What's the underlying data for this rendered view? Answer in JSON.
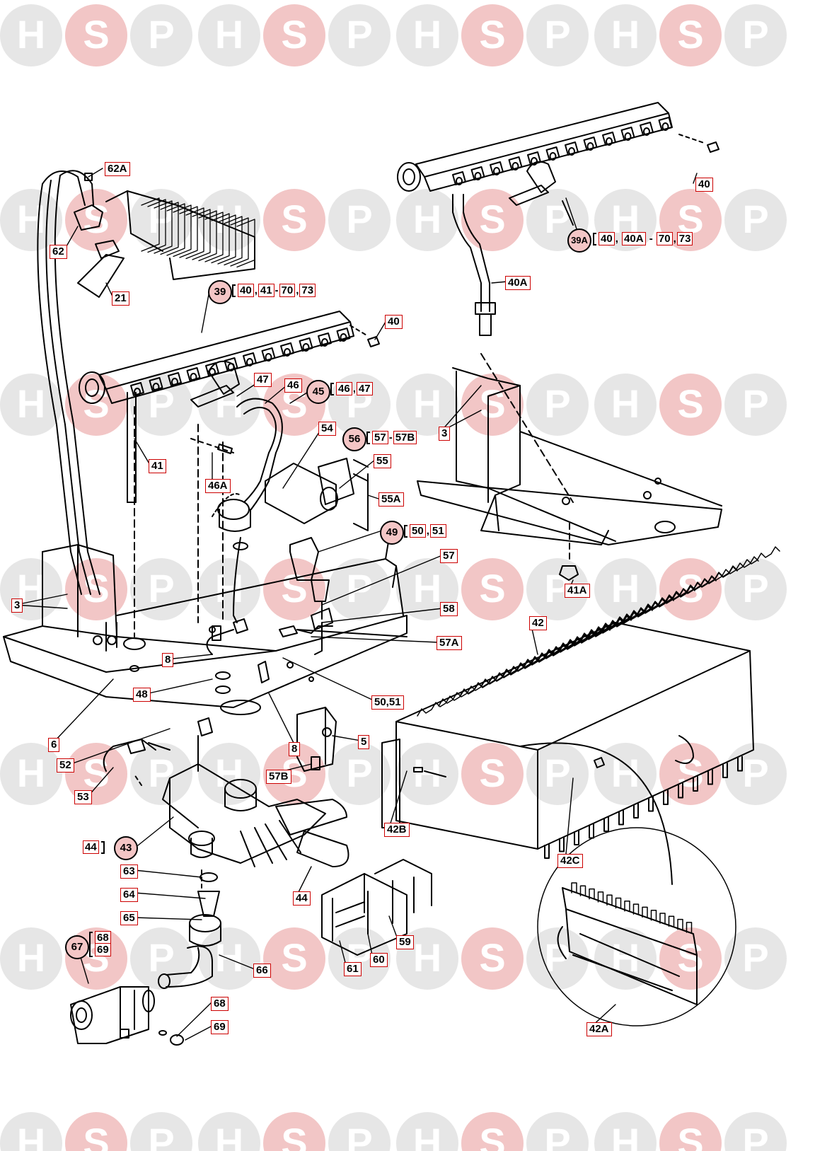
{
  "watermark": {
    "letters": [
      "H",
      "S",
      "P"
    ],
    "color": "#e6e6e6",
    "accent": "#f2c6c6"
  },
  "label_border_color": "#cc0000",
  "labels": {
    "l62A": "62A",
    "l62": "62",
    "l21": "21",
    "l40a": "40",
    "l40b": "40",
    "l40A": "40A",
    "l41": "41",
    "l47": "47",
    "l46": "46",
    "l46A": "46A",
    "l54": "54",
    "l55": "55",
    "l55A": "55A",
    "l3a": "3",
    "l3b": "3",
    "l41A": "41A",
    "l57": "57",
    "l58": "58",
    "l57A": "57A",
    "l42": "42",
    "l8a": "8",
    "l48": "48",
    "l5051": "50,51",
    "l6": "6",
    "l5": "5",
    "l8b": "8",
    "l52": "52",
    "l57B": "57B",
    "l53": "53",
    "l42B": "42B",
    "l42C": "42C",
    "l63": "63",
    "l64": "64",
    "l44b": "44",
    "l65": "65",
    "l59": "59",
    "l60": "60",
    "l61": "61",
    "l66": "66",
    "l68": "68",
    "l69": "69",
    "l42A": "42A"
  },
  "circles": {
    "c39": "39",
    "c39A": "39A",
    "c45": "45",
    "c56": "56",
    "c49": "49",
    "c43": "43",
    "c67": "67"
  },
  "groups": {
    "g39": [
      "40",
      ",",
      "41",
      "-",
      "70",
      ",",
      "73"
    ],
    "g39A": [
      "40",
      ", ",
      "40A",
      " - ",
      "70",
      ",",
      "73"
    ],
    "g45": [
      "46",
      ",",
      "47"
    ],
    "g56": [
      "57",
      "-",
      "57B"
    ],
    "g49": [
      "50",
      ",",
      "51"
    ],
    "g43": [
      "44"
    ],
    "g67": [
      "68",
      "69"
    ]
  }
}
